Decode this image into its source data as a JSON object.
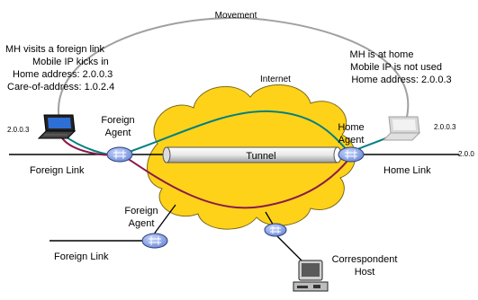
{
  "top_label": "Movement",
  "cloud_label": "Internet",
  "tunnel_label": "Tunnel",
  "foreign_notes": {
    "line1": "MH visits a foreign link",
    "line2": "Mobile IP kicks in",
    "line3": "Home address: 2.0.0.3",
    "line4": "Care-of-address: 1.0.2.4"
  },
  "home_notes": {
    "line1": "MH is at home",
    "line2": "Mobile IP is not used",
    "line3": "Home address: 2.0.0.3"
  },
  "addresses": {
    "left_host": "2.0.0.3",
    "right_host": "2.0.0.3",
    "home_link_edge": "2.0.0"
  },
  "agents": {
    "foreign_agent_1": [
      "Foreign",
      "Agent"
    ],
    "foreign_agent_2": [
      "Foreign",
      "Agent"
    ],
    "home_agent": [
      "Home",
      "Agent"
    ],
    "correspondent": [
      "Correspondent",
      "Host"
    ]
  },
  "links": {
    "foreign_link_1": "Foreign Link",
    "home_link": "Home Link",
    "foreign_link_2": "Foreign Link"
  },
  "colors": {
    "cloud_fill": "#ffd21a",
    "cloud_stroke": "#7a6a1a",
    "teal_path": "#008080",
    "maroon_path": "#8b1a4a",
    "router_blue": "#7f9fe0",
    "arc_gray": "#a0a0a0"
  }
}
